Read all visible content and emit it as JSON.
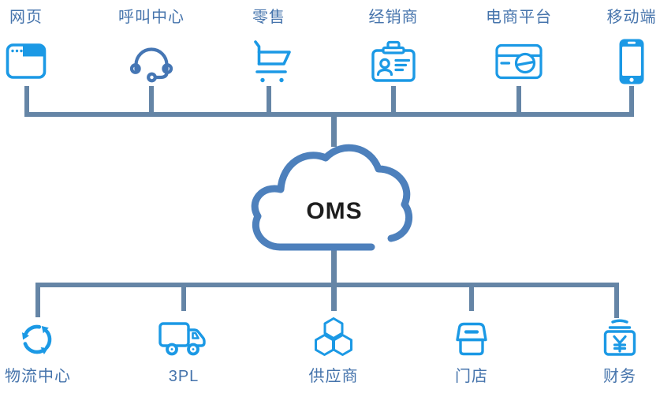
{
  "diagram": {
    "title": "OMS integration diagram",
    "center": {
      "label": "OMS"
    },
    "top_channels": [
      {
        "id": "web",
        "label": "网页",
        "icon": "browser-icon"
      },
      {
        "id": "call-center",
        "label": "呼叫中心",
        "icon": "headset-icon"
      },
      {
        "id": "retail",
        "label": "零售",
        "icon": "cart-icon"
      },
      {
        "id": "distributor",
        "label": "经销商",
        "icon": "badge-icon"
      },
      {
        "id": "ecommerce",
        "label": "电商平台",
        "icon": "ecommerce-card-icon"
      },
      {
        "id": "mobile",
        "label": "移动端",
        "icon": "phone-icon"
      }
    ],
    "bottom_nodes": [
      {
        "id": "logistics",
        "label": "物流中心",
        "icon": "sync-arrows-icon"
      },
      {
        "id": "3pl",
        "label": "3PL",
        "icon": "truck-icon"
      },
      {
        "id": "supplier",
        "label": "供应商",
        "icon": "hexagons-icon"
      },
      {
        "id": "store",
        "label": "门店",
        "icon": "storebox-icon"
      },
      {
        "id": "finance",
        "label": "财务",
        "icon": "money-yen-icon"
      }
    ],
    "colors": {
      "icon_blue": "#1b99e5",
      "headset_blue": "#4576b4",
      "connector": "#6585a6",
      "cloud_stroke": "#4d80bc",
      "label_text": "#4674ac",
      "oms_text": "#1d1d1d"
    }
  }
}
